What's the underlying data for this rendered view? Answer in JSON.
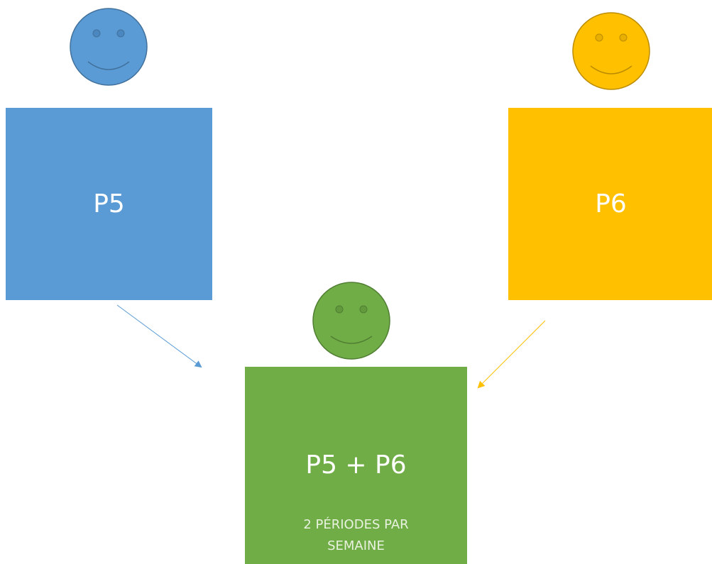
{
  "diagram": {
    "colors": {
      "blue": "#5b9bd5",
      "blue_dark": "#41719c",
      "yellow": "#ffc000",
      "yellow_dark": "#bc8c00",
      "green": "#70ad47",
      "green_dark": "#507e32"
    },
    "boxes": {
      "p5": {
        "label": "P5"
      },
      "p6": {
        "label": "P6"
      },
      "combined": {
        "label": "P5 + P6",
        "subtitle_line1": "2 PÉRIODES PAR",
        "subtitle_line2": "SEMAINE"
      }
    },
    "icons": {
      "p5_face": "smiley-face-icon",
      "p6_face": "smiley-face-icon",
      "combined_face": "smiley-face-icon"
    }
  }
}
